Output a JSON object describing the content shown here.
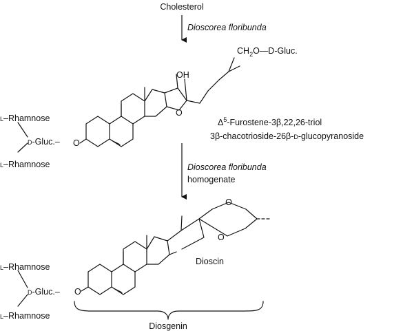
{
  "precursor": "Cholesterol",
  "organism_1": "Dioscorea floribunda",
  "organism_2": "Dioscorea floribunda",
  "step_2_note": "homogenate",
  "intermediate": {
    "oh": "OH",
    "ring_o": "O",
    "glycoside_link_o": "O",
    "side_chain_ch2": "CH",
    "side_chain_sub": "2",
    "side_chain_rest": "O—D-Gluc.",
    "name_delta": "Δ",
    "name_delta_sup": "5",
    "name_line_1": "-Furostene-3β,22,26-triol",
    "name_line_2_pre": "3β-chacotrioside-26β-",
    "name_line_2_sc": "D",
    "name_line_2_post": "-glucopyranoside",
    "sugars": {
      "top_sc": "L",
      "top": "–Rhamnose",
      "mid_sc": "D",
      "mid": "-Gluc.–",
      "bottom_sc": "L",
      "bottom": "–Rhamnose"
    }
  },
  "product": {
    "ring_o_1": "O",
    "ring_o_2": "O",
    "glycoside_link_o": "O",
    "name": "Dioscin",
    "aglycone": "Diosgenin",
    "sugars": {
      "top_sc": "L",
      "top": "–Rhamnose",
      "mid_sc": "D",
      "mid": "-Gluc.–",
      "bottom_sc": "L",
      "bottom": "–Rhamnose"
    }
  }
}
